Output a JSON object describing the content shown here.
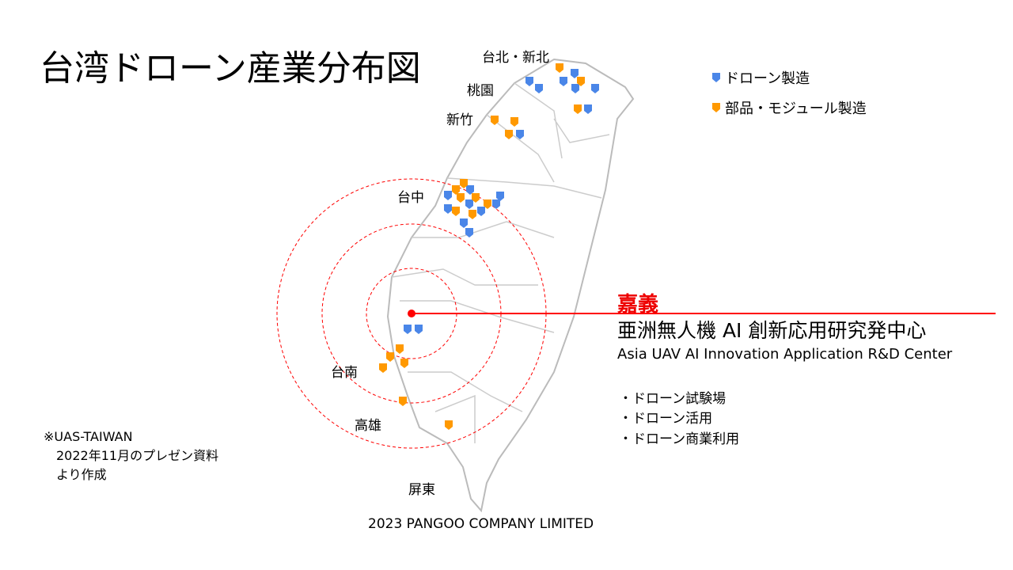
{
  "title": "台湾ドローン産業分布図",
  "regions": {
    "taipei": "台北・新北",
    "taoyuan": "桃園",
    "hsinchu": "新竹",
    "taichung": "台中",
    "tainan": "台南",
    "kaohsiung": "高雄",
    "pingtung": "屏東"
  },
  "legend": [
    {
      "label": "ドローン製造",
      "color": "#4a86e8"
    },
    {
      "label": "部品・モジュール製造",
      "color": "#ff9900"
    }
  ],
  "center": {
    "city": "嘉義",
    "name_jp": "亜洲無人機 AI 創新応用研究発中心",
    "name_en": "Asia UAV AI Innovation Application R&D Center",
    "features": [
      "・ドローン試験場",
      "・ドローン活用",
      "・ドローン商業利用"
    ]
  },
  "note": [
    "※UAS-TAIWAN",
    "　2022年11月のプレゼン資料",
    "　より作成"
  ],
  "copyright": "2023 PANGOO COMPANY LIMITED",
  "colors": {
    "accent": "#ff0000",
    "drone": "#4a86e8",
    "parts": "#ff9900"
  }
}
